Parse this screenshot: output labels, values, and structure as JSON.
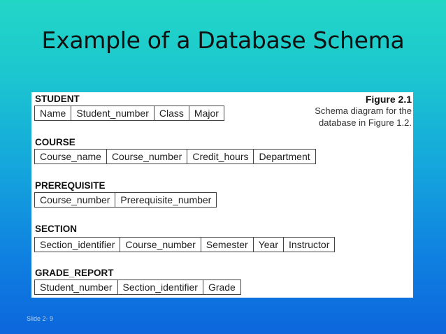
{
  "slide": {
    "title": "Example of a Database Schema",
    "slide_number": "Slide 2- 9"
  },
  "figure": {
    "label": "Figure 2.1",
    "caption_line1": "Schema diagram for the",
    "caption_line2": "database in Figure 1.2."
  },
  "relations": [
    {
      "name": "STUDENT",
      "attributes": [
        "Name",
        "Student_number",
        "Class",
        "Major"
      ]
    },
    {
      "name": "COURSE",
      "attributes": [
        "Course_name",
        "Course_number",
        "Credit_hours",
        "Department"
      ]
    },
    {
      "name": "PREREQUISITE",
      "attributes": [
        "Course_number",
        "Prerequisite_number"
      ]
    },
    {
      "name": "SECTION",
      "attributes": [
        "Section_identifier",
        "Course_number",
        "Semester",
        "Year",
        "Instructor"
      ]
    },
    {
      "name": "GRADE_REPORT",
      "attributes": [
        "Student_number",
        "Section_identifier",
        "Grade"
      ]
    }
  ]
}
